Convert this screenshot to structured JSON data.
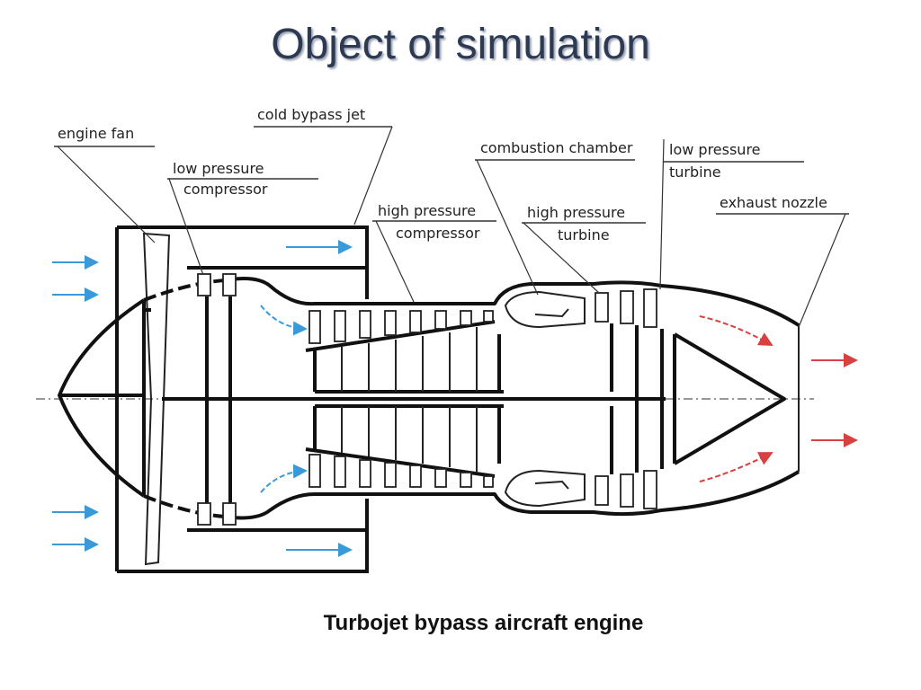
{
  "title": "Object of simulation",
  "caption": "Turbojet bypass aircraft engine",
  "labels": {
    "engine_fan": "engine fan",
    "cold_bypass_jet": "cold bypass jet",
    "low_pressure_compressor_1": "low pressure",
    "low_pressure_compressor_2": "compressor",
    "high_pressure_compressor_1": "high pressure",
    "high_pressure_compressor_2": "compressor",
    "combustion_chamber": "combustion chamber",
    "high_pressure_turbine_1": "high pressure",
    "high_pressure_turbine_2": "turbine",
    "low_pressure_turbine_1": "low pressure",
    "low_pressure_turbine_2": "turbine",
    "exhaust_nozzle": "exhaust nozzle"
  },
  "colors": {
    "title": "#2e3a52",
    "intake_arrow": "#3a9ad9",
    "exhaust_arrow": "#d94040",
    "engine_line": "#111111"
  }
}
